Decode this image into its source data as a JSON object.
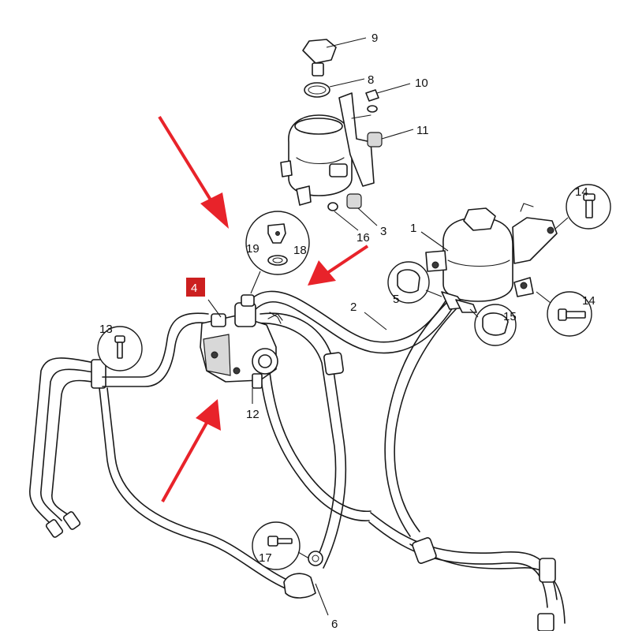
{
  "callouts": {
    "c1": "1",
    "c2": "2",
    "c3": "3",
    "c4": "4",
    "c5": "5",
    "c6": "6",
    "c8": "8",
    "c9": "9",
    "c10": "10",
    "c11": "11",
    "c12": "12",
    "c13": "13",
    "c14a": "14",
    "c14b": "14",
    "c15": "15",
    "c16": "16",
    "c17": "17",
    "c18": "18",
    "c19": "19"
  },
  "colors": {
    "highlight": "#cc1f1f",
    "arrow": "#e8232a",
    "ink": "#1a1a1a"
  }
}
